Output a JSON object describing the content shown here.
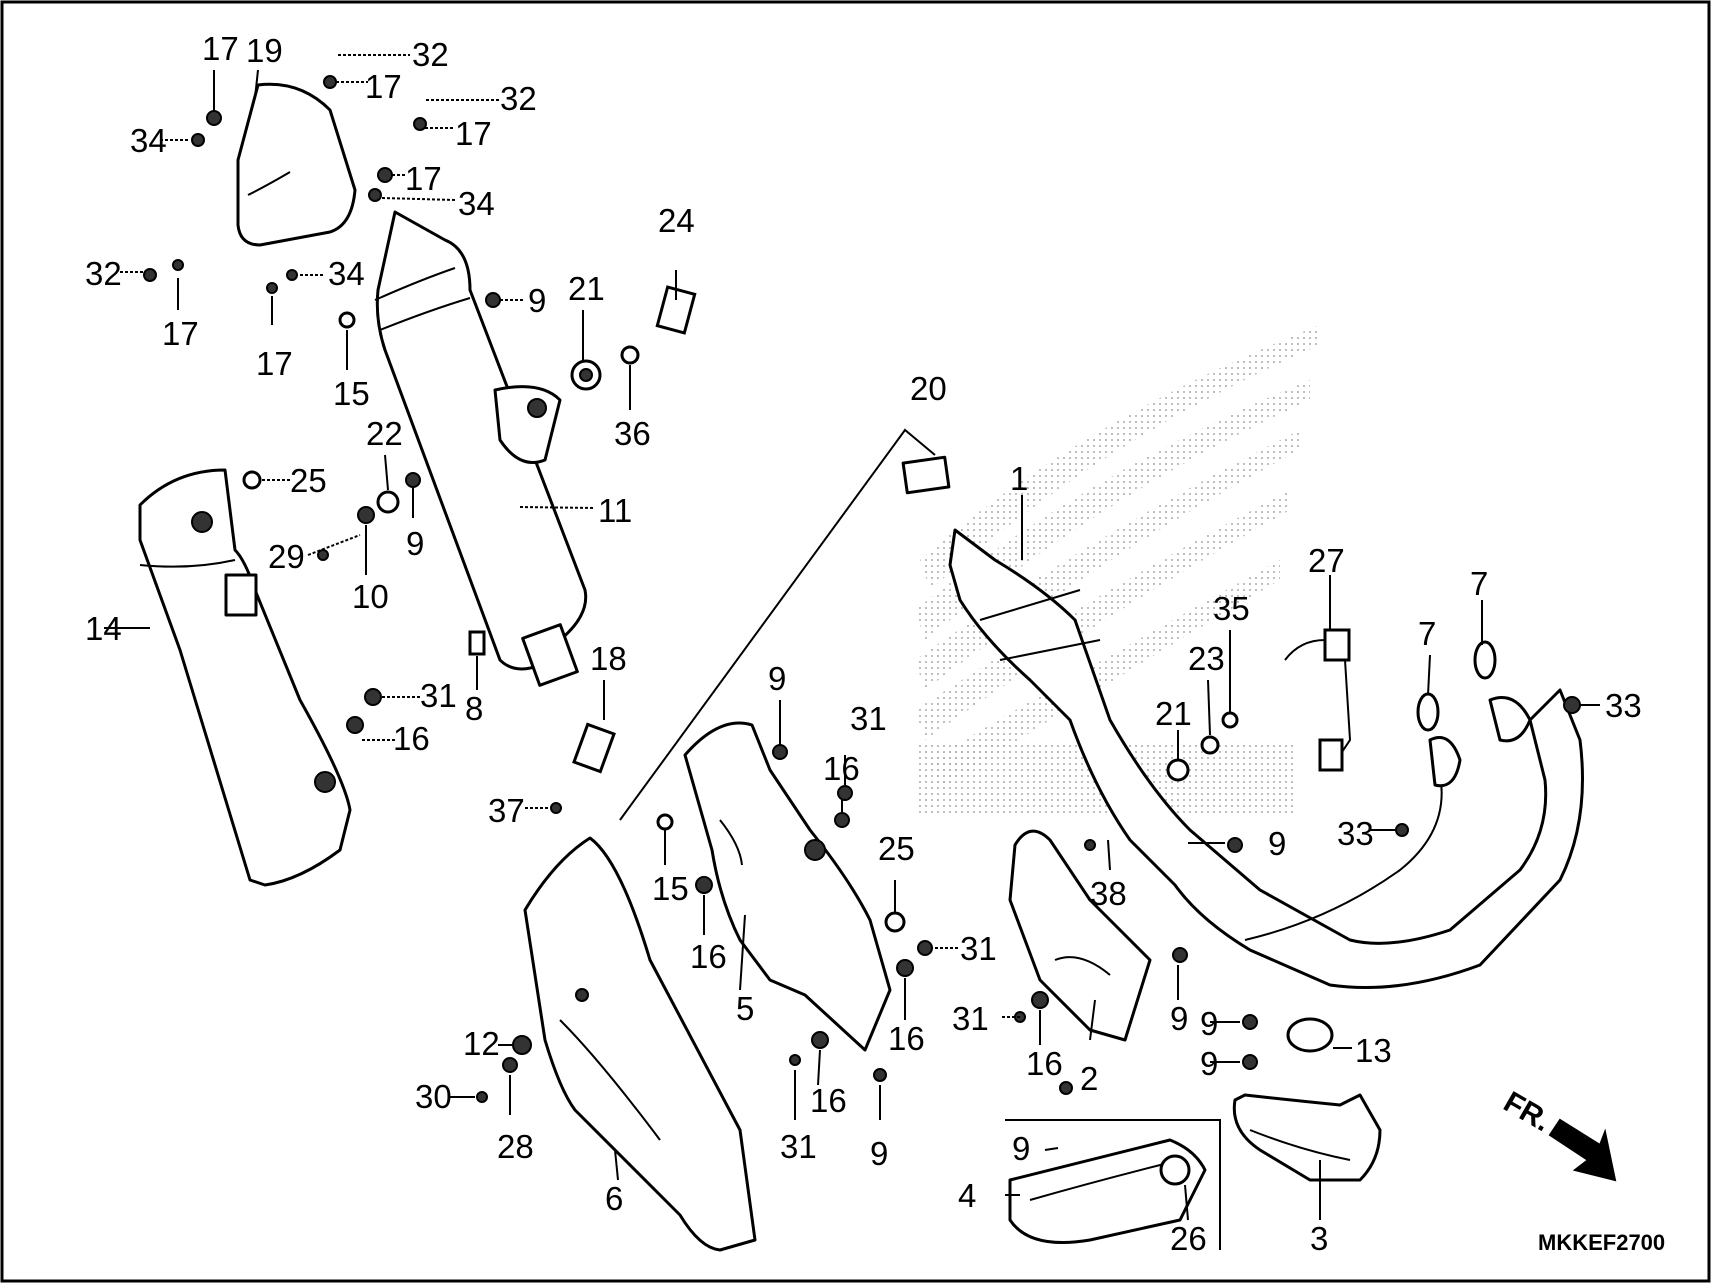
{
  "diagram_code": "MKKEF2700",
  "direction_label": "FR.",
  "callouts": [
    "17",
    "19",
    "32",
    "17",
    "32",
    "17",
    "34",
    "17",
    "34",
    "32",
    "34",
    "17",
    "17",
    "9",
    "21",
    "24",
    "15",
    "36",
    "22",
    "9",
    "11",
    "25",
    "29",
    "10",
    "14",
    "31",
    "16",
    "8",
    "18",
    "37",
    "20",
    "1",
    "27",
    "35",
    "7",
    "7",
    "23",
    "21",
    "33",
    "9",
    "33",
    "9",
    "31",
    "16",
    "25",
    "15",
    "16",
    "5",
    "31",
    "16",
    "31",
    "16",
    "2",
    "38",
    "9",
    "9",
    "9",
    "13",
    "12",
    "30",
    "28",
    "6",
    "31",
    "16",
    "9",
    "9",
    "4",
    "26",
    "3"
  ]
}
